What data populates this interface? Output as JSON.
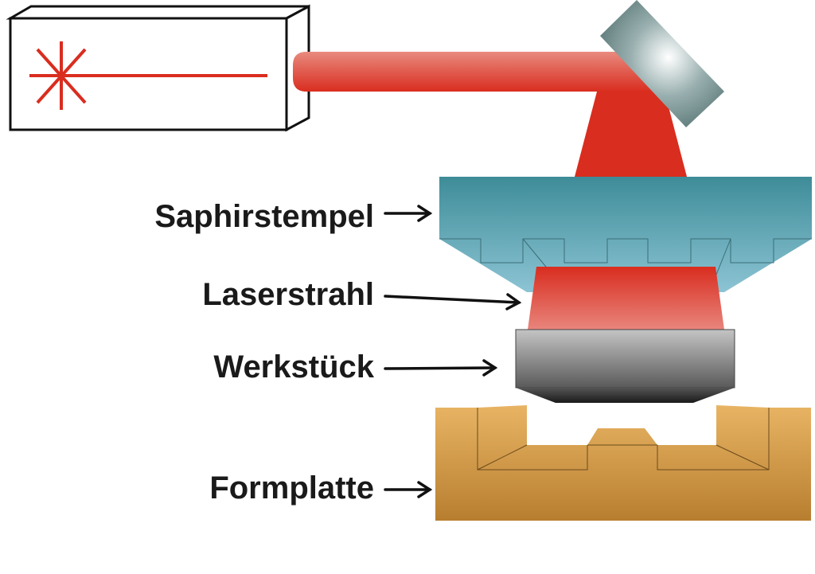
{
  "labels": {
    "sapphire_punch": "Saphirstempel",
    "laser_beam": "Laserstrahl",
    "workpiece": "Werkstück",
    "mold_plate": "Formplatte"
  },
  "colors": {
    "laser": "#d92d1f",
    "sapphire_top": "#3e8c98",
    "sapphire_bottom": "#8cc4d4",
    "workpiece_top": "#c4c4c4",
    "workpiece_bottom": "#555555",
    "mold_top": "#e8b464",
    "mold_bottom": "#b87e30",
    "mirror": "#5e7a7a"
  }
}
